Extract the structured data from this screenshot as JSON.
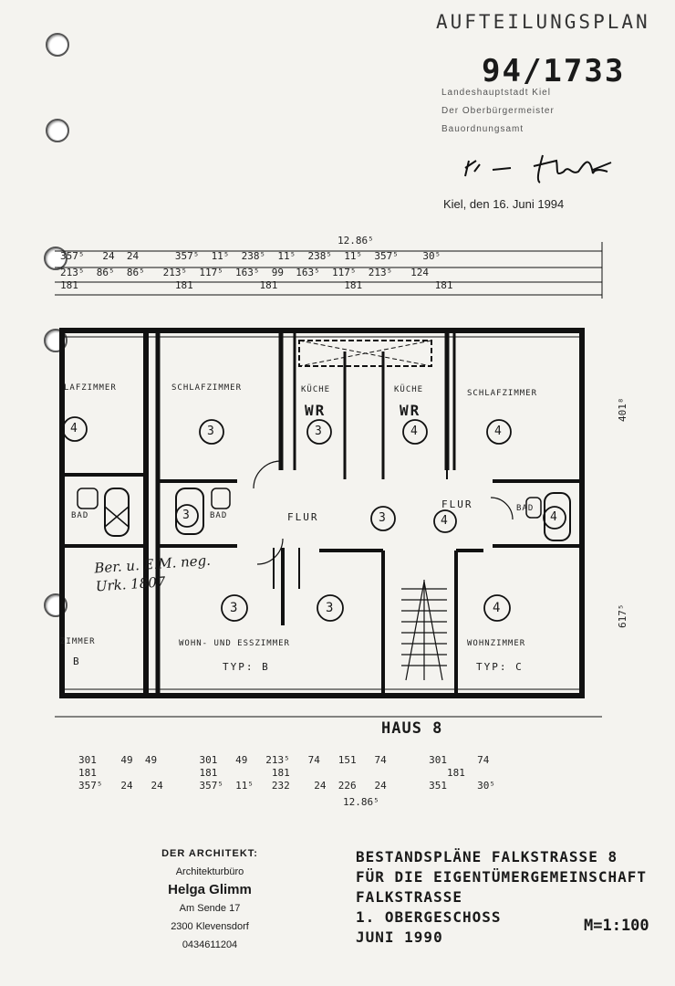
{
  "stamp": {
    "title": "AUFTEILUNGSPLAN",
    "number": "94/1733",
    "authority_line1": "Landeshauptstadt Kiel",
    "authority_line2": "Der Oberbürgermeister",
    "authority_line3": "Bauordnungsamt",
    "date": "Kiel, den 16. Juni 1994"
  },
  "dimensions": {
    "top_overall": "12.86⁵",
    "top_row1": "357⁵   24  24      357⁵  11⁵  238⁵  11⁵  238⁵  11⁵  357⁵    30⁵",
    "top_row2": "213⁵  86⁵  86⁵   213⁵  117⁵  163⁵  99  163⁵  117⁵  213⁵   124",
    "top_row3": "181                181           181           181            181",
    "bottom_row1": "301    49  49       301   49   213⁵   74   151   74       301     74",
    "bottom_row2": "181                 181         181                          181",
    "bottom_row3": "357⁵   24   24      357⁵  11⁵   232    24  226   24       351     30⁵",
    "bottom_overall": "12.86⁵",
    "right_upper": "401⁸",
    "right_lower": "617⁵"
  },
  "rooms": {
    "schlafzimmer_left_edge": "LAFZIMMER",
    "schlafzimmer_3": "SCHLAFZIMMER",
    "kueche_3": "KÜCHE",
    "kueche_4": "KÜCHE",
    "schlafzimmer_4": "SCHLAFZIMMER",
    "flur_3": "FLUR",
    "flur_4": "FLUR",
    "bad": "BAD",
    "wohn_esszimmer": "WOHN- UND ESSZIMMER",
    "wohnzimmer": "WOHNZIMMER",
    "typ_b": "TYP: B",
    "typ_c": "TYP: C",
    "left_edge_type": "B",
    "left_edge_room": "ZIMMER",
    "wr_3": "WR",
    "wr_4": "WR",
    "unit_markers": [
      "4",
      "3",
      "3",
      "4",
      "4",
      "3",
      "3",
      "4",
      "4",
      "3",
      "3",
      "4"
    ]
  },
  "annotation": "Ber. u. E.M. neg. Urk. 1807",
  "haus": "HAUS 8",
  "architect": {
    "heading": "DER ARCHITEKT:",
    "office": "Architekturbüro",
    "name": "Helga Glimm",
    "street": "Am Sende 17",
    "city": "2300 Klevensdorf",
    "phone": "0434611204"
  },
  "title": {
    "line1": "BESTANDSPLÄNE FALKSTRASSE 8",
    "line2": "FÜR DIE EIGENTÜMERGEMEINSCHAFT",
    "line3": "FALKSTRASSE",
    "line4": "1. OBERGESCHOSS",
    "line5": "JUNI 1990",
    "scale": "M=1:100"
  }
}
